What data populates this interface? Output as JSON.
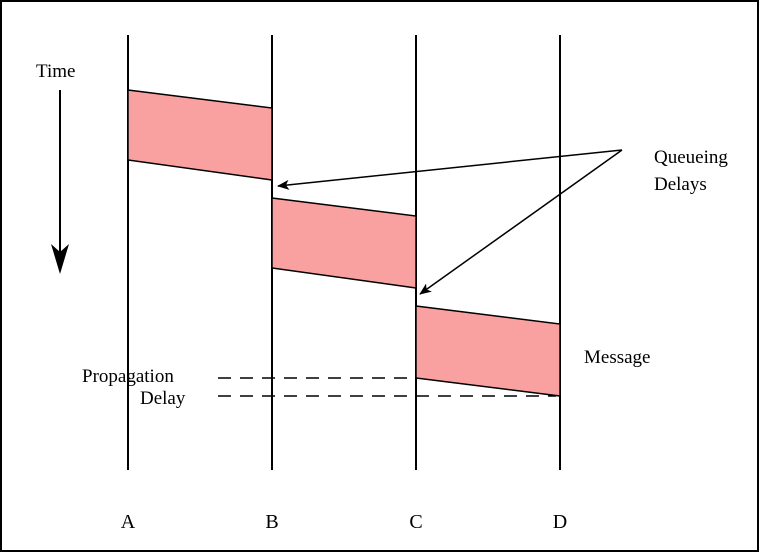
{
  "labels": {
    "time": "Time",
    "queueing_line1": "Queueing",
    "queueing_line2": "Delays",
    "message": "Message",
    "propagation_line1": "Propagation",
    "propagation_line2": "Delay"
  },
  "nodes": [
    "A",
    "B",
    "C",
    "D"
  ],
  "colors": {
    "message_fill": "#f9a0a0",
    "line": "#000000",
    "background": "#ffffff"
  }
}
